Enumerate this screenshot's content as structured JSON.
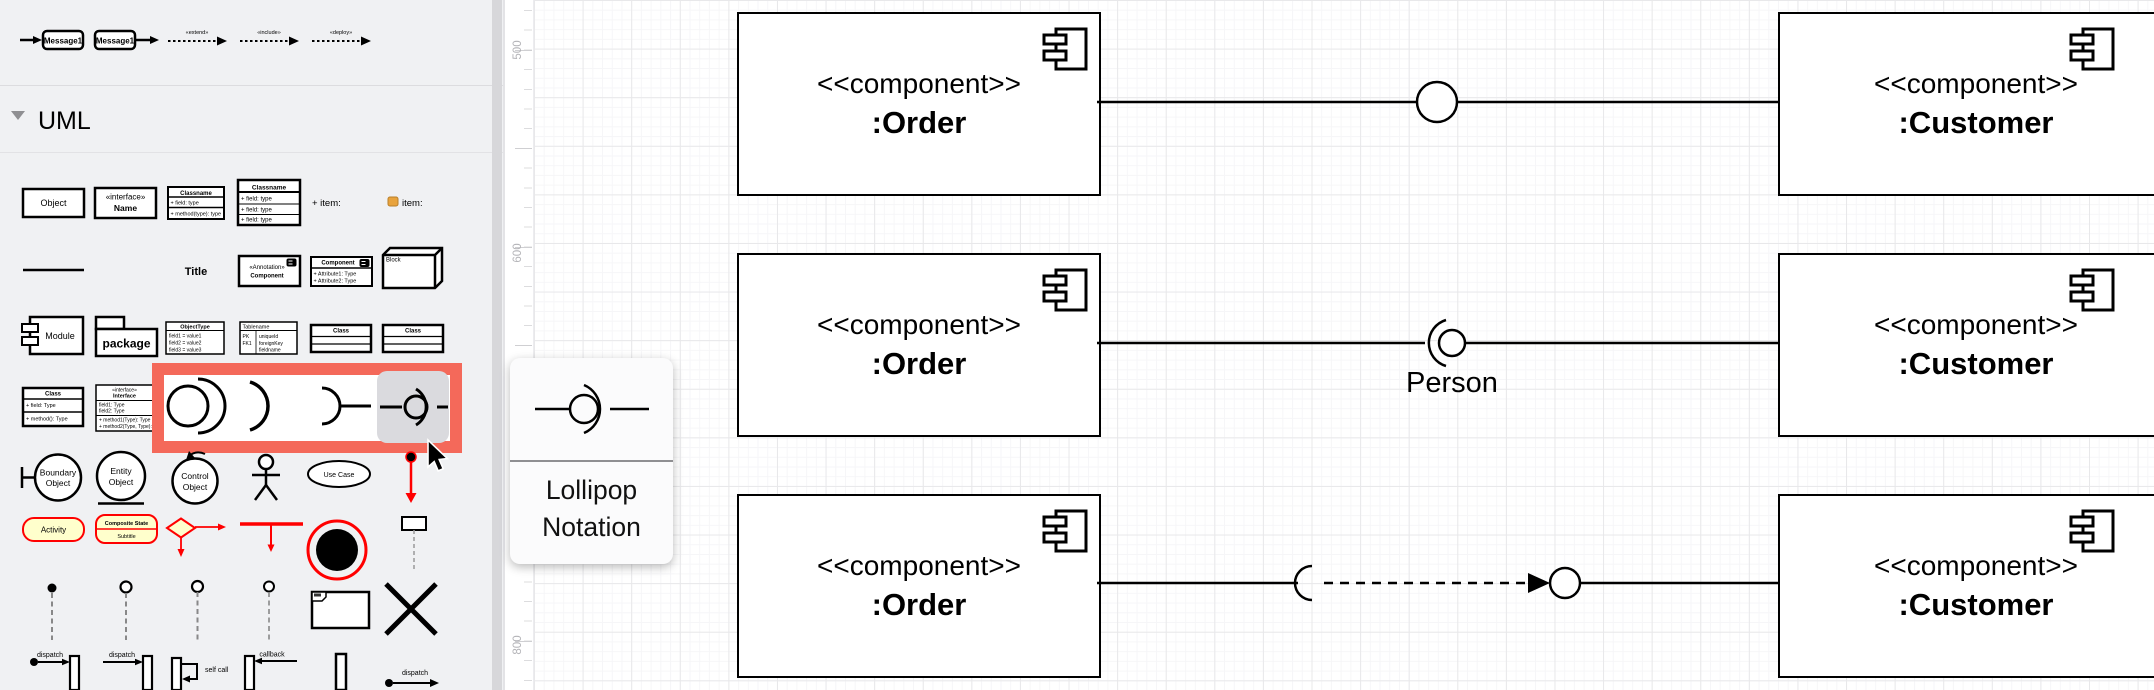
{
  "palette": {
    "top_shapes": {
      "message_in": "Message1",
      "message_out": "Message1",
      "arrow_labels": [
        "«extend»",
        "«include»",
        "«deploy»"
      ]
    },
    "section_header": "UML",
    "object": "Object",
    "interface_small": {
      "stereotype": "«interface»",
      "name": "Name"
    },
    "class_2row": {
      "title": "Classname",
      "rows": [
        "+ field: type",
        "+ method(type): type"
      ]
    },
    "class_3row": {
      "title": "Classname",
      "rows": [
        "+ field: type",
        "+ field: type",
        "+ field: type"
      ]
    },
    "item_plus": "+ item:",
    "item_icon": "item:",
    "title_shape": "Title",
    "annotation_component": {
      "stereotype": "«Annotation»",
      "name": "Component"
    },
    "component_attrs": {
      "title": "Component",
      "rows": [
        "+ Attribute1: Type",
        "+ Attribute2: Type"
      ]
    },
    "block": "Block",
    "module": "Module",
    "package": "package",
    "object_type": {
      "title": "ObjectType",
      "rows": [
        "field1 = value1",
        "field2 = value2",
        "field3 = value3"
      ]
    },
    "db_table": {
      "title": "Tablename",
      "rows": [
        [
          "PK",
          "uniqueId"
        ],
        [
          "FK1",
          "foreignKey"
        ],
        [
          "",
          "fieldname"
        ]
      ]
    },
    "class_simple_1": "Class",
    "class_simple_2": "Class",
    "class_detail": {
      "title": "Class",
      "rows": [
        "+ field: Type",
        "+ method(): Type"
      ]
    },
    "interface_detail": {
      "stereotype": "«interface»",
      "name": "Interface",
      "fields": [
        "field1: Type",
        "field2: Type"
      ],
      "methods": [
        "+ method1(Type): Type",
        "+ method2(Type, Type): Type"
      ]
    },
    "boundary_object": [
      "Boundary",
      "Object"
    ],
    "entity_object": [
      "Entity",
      "Object"
    ],
    "control_object": [
      "Control",
      "Object"
    ],
    "use_case": "Use Case",
    "activity": "Activity",
    "composite_state": {
      "title": "Composite State",
      "subtitle": "Subtitle"
    },
    "sequence_labels": {
      "dispatch1": "dispatch",
      "dispatch2": "dispatch",
      "self_call": "self call",
      "callback": "callback",
      "dispatch3": "dispatch"
    }
  },
  "tooltip": {
    "title": "Lollipop Notation"
  },
  "ruler": {
    "labels": [
      "500",
      "600",
      "800"
    ]
  },
  "canvas": {
    "rows": [
      {
        "left": {
          "stereotype": "<<component>>",
          "name": ":Order"
        },
        "right": {
          "stereotype": "<<component>>",
          "name": ":Customer"
        },
        "connector": "lollipop-provided-interface",
        "connector_label": ""
      },
      {
        "left": {
          "stereotype": "<<component>>",
          "name": ":Order"
        },
        "right": {
          "stereotype": "<<component>>",
          "name": ":Customer"
        },
        "connector": "ball-and-socket",
        "connector_label": "Person"
      },
      {
        "left": {
          "stereotype": "<<component>>",
          "name": ":Order"
        },
        "right": {
          "stereotype": "<<component>>",
          "name": ":Customer"
        },
        "connector": "socket-dashed-dependency-ball",
        "connector_label": ""
      }
    ]
  },
  "colors": {
    "highlight_red": "#f4695a",
    "shape_red": "#ff0000",
    "shape_yellow": "#ffffcc",
    "item_icon_orange": "#e8a33d",
    "hover_gray": "#dadade",
    "palette_bg": "#f0f1f3"
  }
}
